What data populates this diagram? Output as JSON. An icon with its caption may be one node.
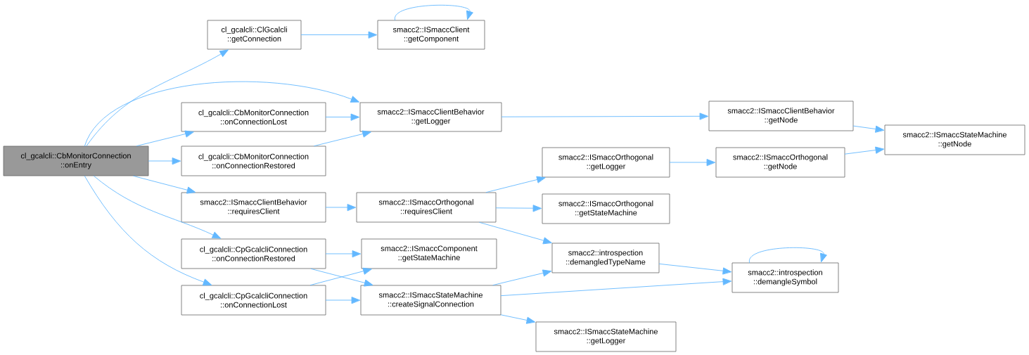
{
  "diagram": {
    "nodes": [
      {
        "text": [
          "cl_gcalcli::CbMonitorConnection ::onEntry"
        ]
      },
      {
        "text": [
          "cl_gcalcli::ClGcalcli ::getConnection"
        ]
      },
      {
        "text": [
          "smacc2::ISmaccClient ::getComponent"
        ]
      },
      {
        "text": [
          "cl_gcalcli::CbMonitorConnection ::onConnectionLost"
        ]
      },
      {
        "text": [
          "cl_gcalcli::CbMonitorConnection ::onConnectionRestored"
        ]
      },
      {
        "text": [
          "smacc2::ISmaccClientBehavior ::getLogger"
        ]
      },
      {
        "text": [
          "smacc2::ISmaccClientBehavior ::requiresClient"
        ]
      },
      {
        "text": [
          "cl_gcalcli::CpGcalcliConnection ::onConnectionRestored"
        ]
      },
      {
        "text": [
          "cl_gcalcli::CpGcalcliConnection ::onConnectionLost"
        ]
      },
      {
        "text": [
          "smacc2::ISmaccOrthogonal ::requiresClient"
        ]
      },
      {
        "text": [
          "smacc2::ISmaccComponent ::getStateMachine"
        ]
      },
      {
        "text": [
          "smacc2::ISmaccStateMachine ::createSignalConnection"
        ]
      },
      {
        "text": [
          "smacc2::ISmaccClientBehavior ::getNode"
        ]
      },
      {
        "text": [
          "smacc2::ISmaccStateMachine ::getNode"
        ]
      },
      {
        "text": [
          "smacc2::ISmaccOrthogonal ::getLogger"
        ]
      },
      {
        "text": [
          "smacc2::ISmaccOrthogonal ::getNode"
        ]
      },
      {
        "text": [
          "smacc2::ISmaccOrthogonal ::getStateMachine"
        ]
      },
      {
        "text": [
          "smacc2::introspection ::demangledTypeName"
        ]
      },
      {
        "text": [
          "smacc2::introspection ::demangleSymbol"
        ]
      },
      {
        "text": [
          "smacc2::ISmaccStateMachine ::getLogger"
        ]
      }
    ],
    "edges": [
      {
        "from": 0,
        "to": 1,
        "arrow": "to"
      },
      {
        "from": 0,
        "to": 5,
        "arrow": "to"
      },
      {
        "from": 0,
        "to": 3,
        "arrow": "to"
      },
      {
        "from": 0,
        "to": 4,
        "arrow": "to"
      },
      {
        "from": 0,
        "to": 6,
        "arrow": "to"
      },
      {
        "from": 0,
        "to": 7,
        "arrow": "to"
      },
      {
        "from": 0,
        "to": 8,
        "arrow": "to"
      },
      {
        "from": 1,
        "to": 2,
        "arrow": "to"
      },
      {
        "from": 2,
        "to": 2,
        "arrow": "to"
      },
      {
        "from": 3,
        "to": 5,
        "arrow": "to"
      },
      {
        "from": 4,
        "to": 5,
        "arrow": "to"
      },
      {
        "from": 5,
        "to": 12,
        "arrow": "to"
      },
      {
        "from": 12,
        "to": 13,
        "arrow": "to"
      },
      {
        "from": 6,
        "to": 9,
        "arrow": "to"
      },
      {
        "from": 9,
        "to": 14,
        "arrow": "to"
      },
      {
        "from": 9,
        "to": 16,
        "arrow": "to"
      },
      {
        "from": 9,
        "to": 17,
        "arrow": "to"
      },
      {
        "from": 14,
        "to": 15,
        "arrow": "to"
      },
      {
        "from": 15,
        "to": 13,
        "arrow": "to"
      },
      {
        "from": 7,
        "to": 10,
        "arrow": "to"
      },
      {
        "from": 7,
        "to": 11,
        "arrow": "to"
      },
      {
        "from": 8,
        "to": 10,
        "arrow": "to"
      },
      {
        "from": 8,
        "to": 11,
        "arrow": "to"
      },
      {
        "from": 11,
        "to": 17,
        "arrow": "to"
      },
      {
        "from": 11,
        "to": 18,
        "arrow": "to"
      },
      {
        "from": 11,
        "to": 19,
        "arrow": "to"
      },
      {
        "from": 17,
        "to": 18,
        "arrow": "to"
      },
      {
        "from": 18,
        "to": 18,
        "arrow": "to"
      }
    ]
  }
}
